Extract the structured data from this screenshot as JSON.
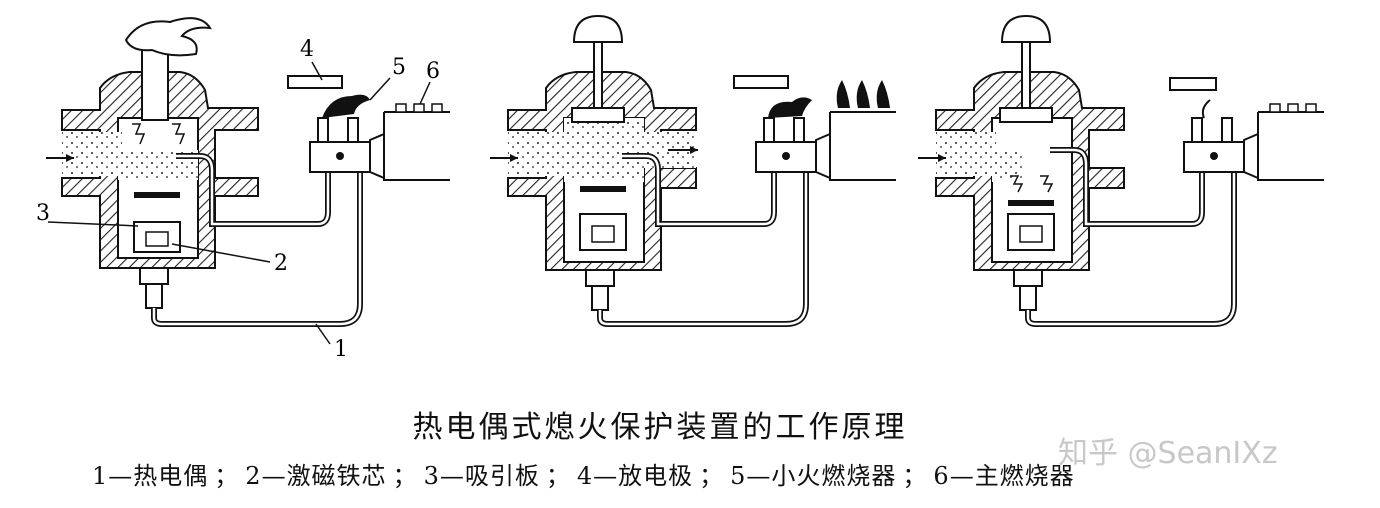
{
  "caption": "热电偶式熄火保护装置的工作原理",
  "legend": [
    {
      "num": "1",
      "text": "热电偶"
    },
    {
      "num": "2",
      "text": "激磁铁芯"
    },
    {
      "num": "3",
      "text": "吸引板"
    },
    {
      "num": "4",
      "text": "放电极"
    },
    {
      "num": "5",
      "text": "小火燃烧器"
    },
    {
      "num": "6",
      "text": "主燃烧器"
    }
  ],
  "legend_dash": "—",
  "legend_sep": "；",
  "callouts": {
    "c1": "1",
    "c2": "2",
    "c3": "3",
    "c4": "4",
    "c5": "5",
    "c6": "6"
  },
  "watermark": "知乎 @SeanIXz",
  "colors": {
    "line": "#111111",
    "hatch": "#222222",
    "watermark": "#c8c8c8"
  }
}
